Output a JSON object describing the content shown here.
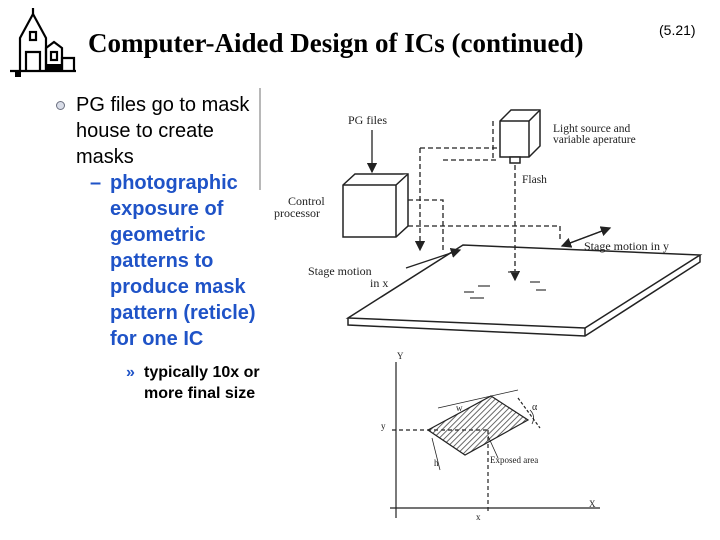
{
  "slide_number": "(5.21)",
  "title": "Computer-Aided Design of ICs (continued)",
  "bullet": {
    "text": "PG files go to mask house to create masks",
    "sub": {
      "text": "photographic exposure of geometric patterns to produce mask pattern (reticle) for one IC",
      "subsub": "typically 10x or more final size"
    }
  },
  "figure": {
    "labels": {
      "pg_files": "PG files",
      "light_source_1": "Light source and",
      "light_source_2": "variable aperature",
      "control_1": "Control",
      "control_2": "processor",
      "flash": "Flash",
      "stage_x_1": "Stage motion",
      "stage_x_2": "in x",
      "stage_y": "Stage motion in y",
      "axis_y": "Y",
      "axis_x": "X",
      "y_mark": "y",
      "x_mark": "x",
      "w_mark": "w",
      "h_mark": "h",
      "alpha_mark": "α",
      "exposed_area": "Exposed area"
    }
  }
}
